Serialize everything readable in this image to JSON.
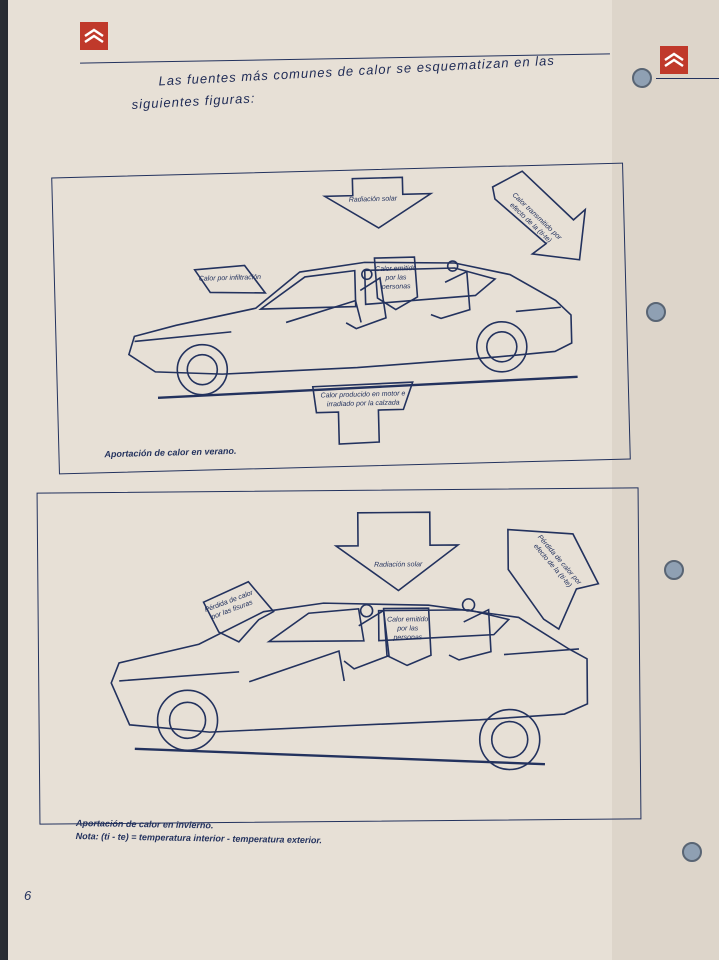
{
  "intro": {
    "line1": "Las fuentes más comunes de calor se esquematizan en las",
    "line2": "siguientes figuras:"
  },
  "figure_summer": {
    "caption": "Aportación de calor en verano.",
    "labels": {
      "radiation": "Radiación solar",
      "transmitted": "Calor transmitido por efecto de la (ti-te)",
      "infiltration": "Calor por infiltración",
      "people": "Calor emitido por las personas",
      "engine": "Calor producido en motor e irradiado por la calzada"
    }
  },
  "figure_winter": {
    "caption": "Aportación de calor en invierno.",
    "labels": {
      "radiation": "Radiación solar",
      "loss_te": "Pérdida de calor por efecto de la (ti-te)",
      "loss_fissures": "Pérdida de calor por las fisuras",
      "people": "Calor emitido por las personas"
    }
  },
  "note": "Nota: (ti - te) = temperatura interior - temperatura exterior.",
  "page_number": "6",
  "colors": {
    "ink": "#23325e",
    "brand": "#c0392b",
    "paper": "#e7e0d6"
  },
  "icons": {
    "logo": "citroen-double-chevron-icon"
  }
}
